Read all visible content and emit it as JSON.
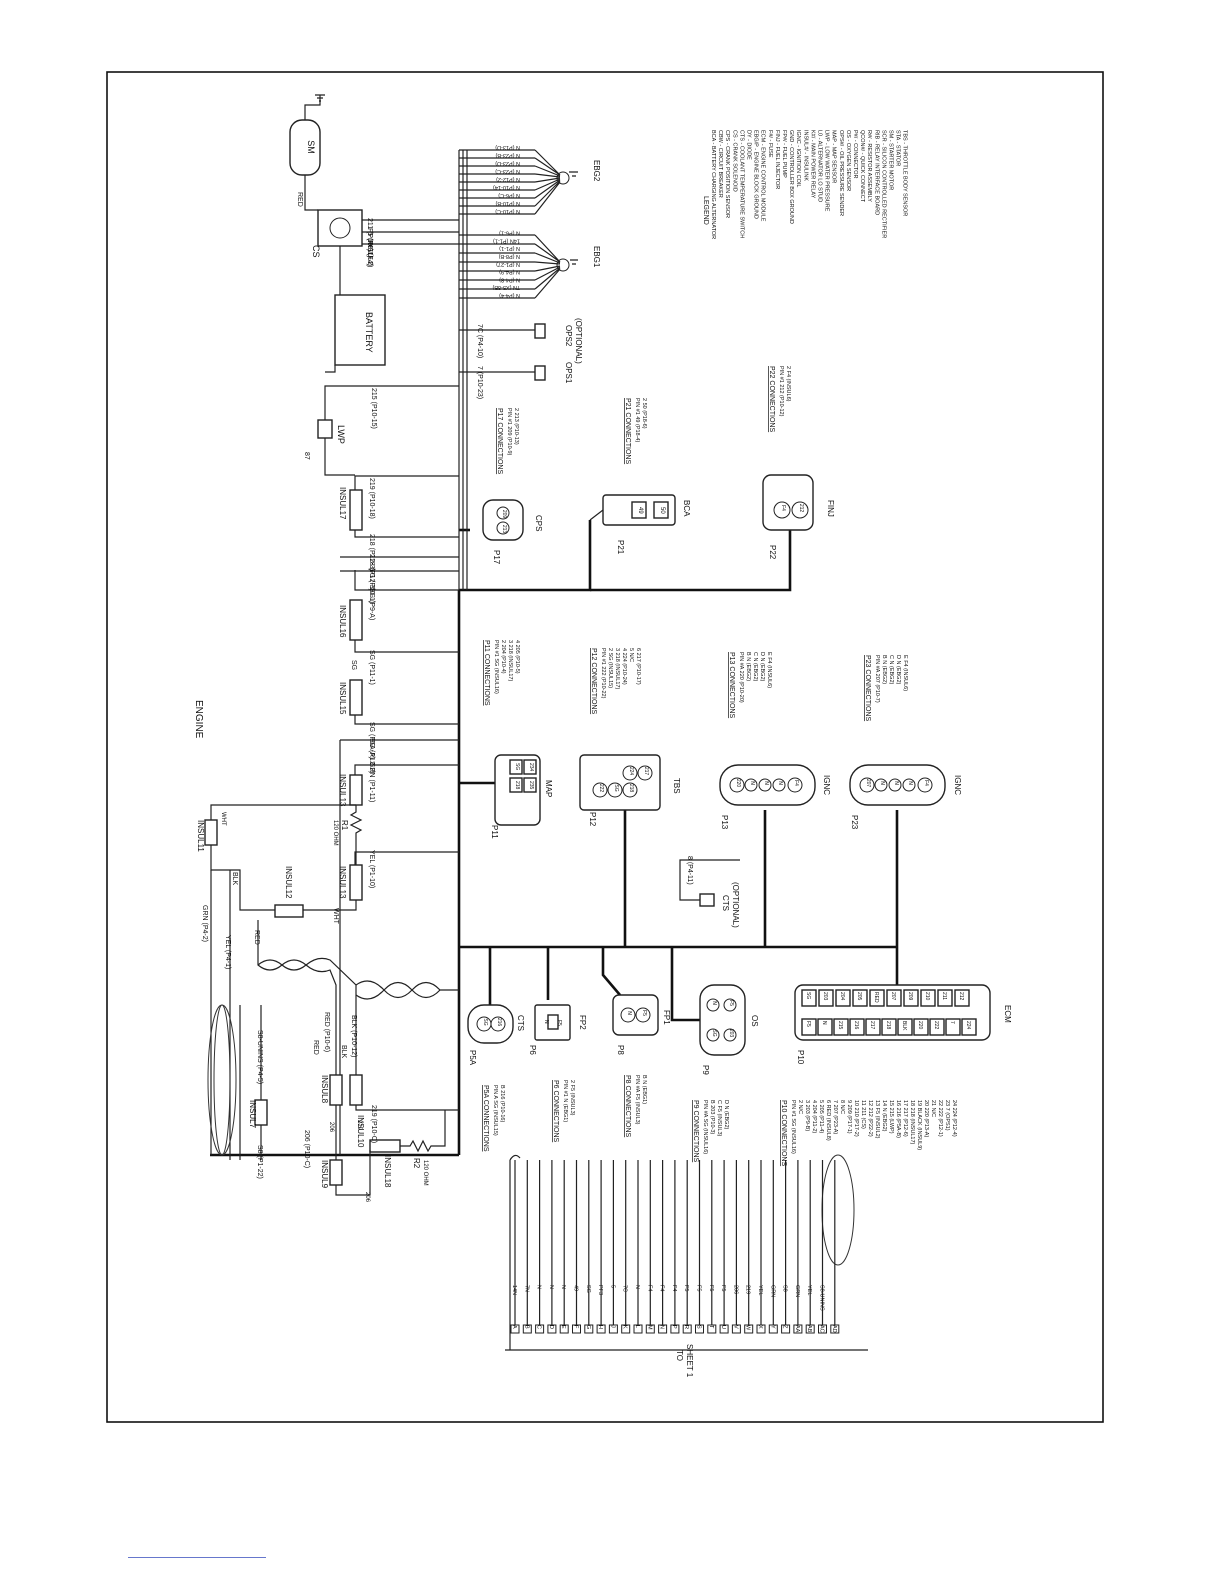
{
  "diagram": {
    "title": "ENGINE",
    "to_sheet": [
      "TO",
      "SHEET 1"
    ],
    "components": {
      "cs": "CS",
      "sm": "SM",
      "battery": "BATTERY",
      "lwp": "LWP",
      "ops1": "OPS1",
      "ops2": "OPS2",
      "optional": "(OPTIONAL)",
      "ebg1": "EBG1",
      "ebg2": "EBG2",
      "cps": "CPS",
      "bca": "BCA",
      "finj": "FINJ",
      "map": "MAP",
      "tbs": "TBS",
      "ignc": "IGNC",
      "cts": "CTS",
      "ecm": "ECM",
      "fp2": "FP2",
      "fp1": "FP1",
      "os": "OS"
    },
    "connectors": {
      "p5a": "P5A",
      "p6": "P6",
      "p8": "P8",
      "p9": "P9",
      "p10": "P10",
      "p11": "P11",
      "p12": "P12",
      "p13": "P13",
      "p17": "P17",
      "p21": "P21",
      "p22": "P22",
      "p23": "P23"
    },
    "insulators": [
      "INSUL7",
      "INSUL8",
      "INSUL9",
      "INSUL10",
      "INSUL11",
      "INSUL12",
      "INSUL13",
      "INSUL14",
      "INSUL15",
      "INSUL16",
      "INSUL17",
      "INSUL18"
    ],
    "resistors": {
      "r1": "R1",
      "r1_val": "120 OHM",
      "r2": "R2",
      "r2_val": "120 OHM"
    },
    "wire_labels": {
      "cs_red": "RED",
      "cs_211": "211 (P10-11)",
      "cs_f5": "F5 (INSUL2)",
      "cs_f4": "(P6) (F4)",
      "lwp_215": "215 (P10-15)",
      "lwp_87": "87",
      "ops1_7": "7 (P10-23)",
      "ops2_7c": "7C (P4-10)",
      "insul17_218a": "219 (P10-18)",
      "insul17_218b": "218 (P12-3)",
      "insul17_218c": "218 (P12-3)",
      "sg_p10": "SG (P10-1)",
      "sg_p9a": "SG (P9-A)",
      "sg_p11": "SG (P11-1)",
      "sg_mid": "SG",
      "sg_p5a": "SG (P5A-A)",
      "sg_p12": "SG (P12-2)",
      "grn_p1": "GRN (P1-11)",
      "yel_p1": "YEL (P1-10)",
      "wht_a": "WHT",
      "wht_b": "WHT",
      "blk_a": "BLK",
      "red_a": "RED",
      "grn_p4": "GRN (P4-2)",
      "yel_p4": "YEL (P4-1)",
      "s8_insul": "S8-UNINS (P4-5)",
      "s8_p1": "S8 (P1-22)",
      "red_p10": "RED (P10-6)",
      "red_b": "RED",
      "blk_b": "BLK",
      "blk_p10": "BLK (P10-12)",
      "w219": "219 (P10-C)",
      "w219b": "219",
      "w206": "206 (P10-C)",
      "w206b": "206",
      "w206c": "206",
      "cts_wire": "8 (P4-11)"
    },
    "ebg1_wires": [
      "N (P4-4)",
      "7N (X5-8B)",
      "N (P4-8)",
      "N (P4-9)",
      "N (P1-27)",
      "N (P8-B)",
      "N (P1-1)",
      "14N (P1-1)",
      "N (P6-1)"
    ],
    "ebg2_wires": [
      "N (P10-C)",
      "N (P10-B)",
      "N (P6-C)",
      "N (P10-14)",
      "N (P12-2)",
      "N (P23-C)",
      "N (P23-D)",
      "N (P23-B)",
      "N (P13-D)"
    ],
    "terminal_labels": [
      "A",
      "B",
      "C",
      "D",
      "E",
      "F",
      "G",
      "H",
      "J",
      "K",
      "L",
      "M",
      "N",
      "P",
      "R",
      "S",
      "T",
      "U",
      "V",
      "W",
      "X",
      "Y",
      "Z",
      "AA",
      "AB",
      "AC",
      "AD"
    ],
    "terminal_wires": [
      "14N",
      "7N",
      "N",
      "N",
      "N",
      "49",
      "SG",
      "PF3",
      "5",
      "7C",
      "N",
      "F4",
      "F4",
      "F4",
      "F5",
      "F5",
      "F5",
      "F5",
      "206",
      "219",
      "YEL",
      "GRN",
      "S8",
      "GRN",
      "YEL",
      "S8-UNINS",
      ""
    ],
    "pin_numbers": {
      "p11": [
        "235",
        "218",
        "234",
        "SG"
      ],
      "p12": [
        "222",
        "SG",
        "218",
        "224",
        "217"
      ],
      "p13": [
        "220",
        "N",
        "N",
        "N",
        "F4"
      ],
      "p23": [
        "207",
        "N",
        "N",
        "N",
        "F4"
      ],
      "p17": [
        "213",
        "209"
      ],
      "p21": [
        "49",
        "50"
      ],
      "p22": [
        "F4",
        "212"
      ],
      "p5a": [
        "SG",
        "216"
      ],
      "p6": [
        "N",
        "F5"
      ],
      "p8": [
        "N",
        "F5"
      ],
      "p9": [
        "SG",
        "203",
        "F5",
        "N"
      ],
      "p10_top": [
        "SG",
        "203",
        "204",
        "205",
        "RED",
        "207",
        "209",
        "210",
        "211",
        "212"
      ],
      "p10_bottom": [
        "F5",
        "N",
        "215",
        "216",
        "217",
        "218",
        "BLK",
        "220",
        "222",
        "7",
        "224"
      ]
    },
    "legend": {
      "title": "LEGEND",
      "items": [
        "BCA - BATTERY CHARGING ALTERNATOR",
        "CBW - CIRCUIT BREAKER",
        "CPS - CRANK POSITION SENSOR",
        "CS - CRANK SOLENOID",
        "CTS - COOLANT TEMPERATURE SWITCH",
        "DY - DIODE",
        "EBG/P - ENGINE BLOCK GROUND",
        "ECM - ENGINE CONTROL MODULE",
        "F#/ - FUSE",
        "FINJ - FUEL INJECTOR",
        "FP#/ - FUEL PUMP",
        "GND - CONTROLLER BOX GROUND",
        "IGNC - IGNITION COIL",
        "INSUL#/ - INSULINK",
        "K#/ - MAIN POWER RELAY",
        "L0 - ALTERNATOR LO STUD",
        "LWP - LOW WATER PRESSURE",
        "MAP - MAP SENSOR",
        "OPS#/ - OIL PRESSURE SENDER",
        "OS - OXYGEN SENSOR",
        "P#/ - CONNECTOR",
        "QCON#/ - QUICK CONNECT",
        "R#/ - RESISTOR ASSEMBLY",
        "RIB - RELAY INTERFACE BOARD",
        "SCR - SILICON CONTROLLED RECTIFIER",
        "SM - STARTER MOTOR",
        "STA - STATOR",
        "TBS - THROTTLE BODY SENSOR"
      ]
    },
    "tables": {
      "p17": {
        "title": "P17 CONNECTIONS",
        "rows": [
          "PIN #1   209   (P10-9)",
          "2   213   (P10-13)"
        ]
      },
      "p21": {
        "title": "P21 CONNECTIONS",
        "rows": [
          "PIN #1   49   (P18-4)",
          "2   50   (P18-6)"
        ]
      },
      "p22": {
        "title": "P22 CONNECTIONS",
        "rows": [
          "PIN #1   212   (P10-12)",
          "2   F4   (INSUL6)"
        ]
      },
      "p11": {
        "title": "P11 CONNECTIONS",
        "rows": [
          "PIN #1   SG   (INSUL16)",
          "2   204   (P10-4)",
          "3   218   (INSUL17)",
          "4   205   (P10-5)"
        ]
      },
      "p12": {
        "title": "P12 CONNECTIONS",
        "rows": [
          "PIN #1   222   (P10-22)",
          "2   SG   (INSUL15)",
          "3   218   (INSUL17)",
          "4   224   (P10-24)",
          "5   N/C",
          "6   217   (P10-17)"
        ]
      },
      "p13": {
        "title": "P13 CONNECTIONS",
        "rows": [
          "PIN #A   220   (P10-20)",
          "B   N   (EBG2)",
          "C   N   (EBG2)",
          "D   N   (EBG2)",
          "E   F4   (INSUL6)"
        ]
      },
      "p23": {
        "title": "P23 CONNECTIONS",
        "rows": [
          "PIN #A   207   (P10-7)",
          "B   N   (EBG2)",
          "C   N   (EBG2)",
          "D   N   (EBG2)",
          "E   F4   (INSUL6)"
        ]
      },
      "p5a": {
        "title": "P5A CONNECTIONS",
        "rows": [
          "PIN A   SG   (INSUL15)",
          "B   216   (P10-16)"
        ]
      },
      "p6": {
        "title": "P6 CONNECTIONS",
        "rows": [
          "PIN #1   N   (EBG1)",
          "2   F5   (INSUL3)"
        ]
      },
      "p8": {
        "title": "P8 CONNECTIONS",
        "rows": [
          "PIN #A   F5   (INSUL3)",
          "B   N   (EBG1)"
        ]
      },
      "p9": {
        "title": "P9 CONNECTIONS",
        "rows": [
          "PIN #A   SG   (INSUL16)",
          "B   203   (P10-3)",
          "C   F5   (INSUL3)",
          "D   N   (EBG2)"
        ]
      },
      "p10": {
        "title": "P10 CONNECTIONS",
        "rows": [
          "PIN #1   SG   (INSUL16)",
          "2   N/C",
          "3   203   (P9-B)",
          "4   204   (P11-2)",
          "5   205   (P11-4)",
          "6   RED   (INSUL8)",
          "7   207   (P23-A)",
          "8   N/C",
          "9   209   (P17-1)",
          "10   210   (P17-2)",
          "11   211   (CS)",
          "12   212   (P22-2)",
          "13   F5   (INSUL2)",
          "14   N   (EBG2)",
          "15   215   (LWP)",
          "16   216   (P5A-B)",
          "17   217   (P12-6)",
          "18   218   (INSUL17)",
          "19   BLACK   (INSUL9)",
          "20   220   (P13-A)",
          "21   N/C",
          "22   222   (P12-1)",
          "23   7   (OPS1)",
          "24   224   (P12-4)"
        ]
      }
    }
  }
}
